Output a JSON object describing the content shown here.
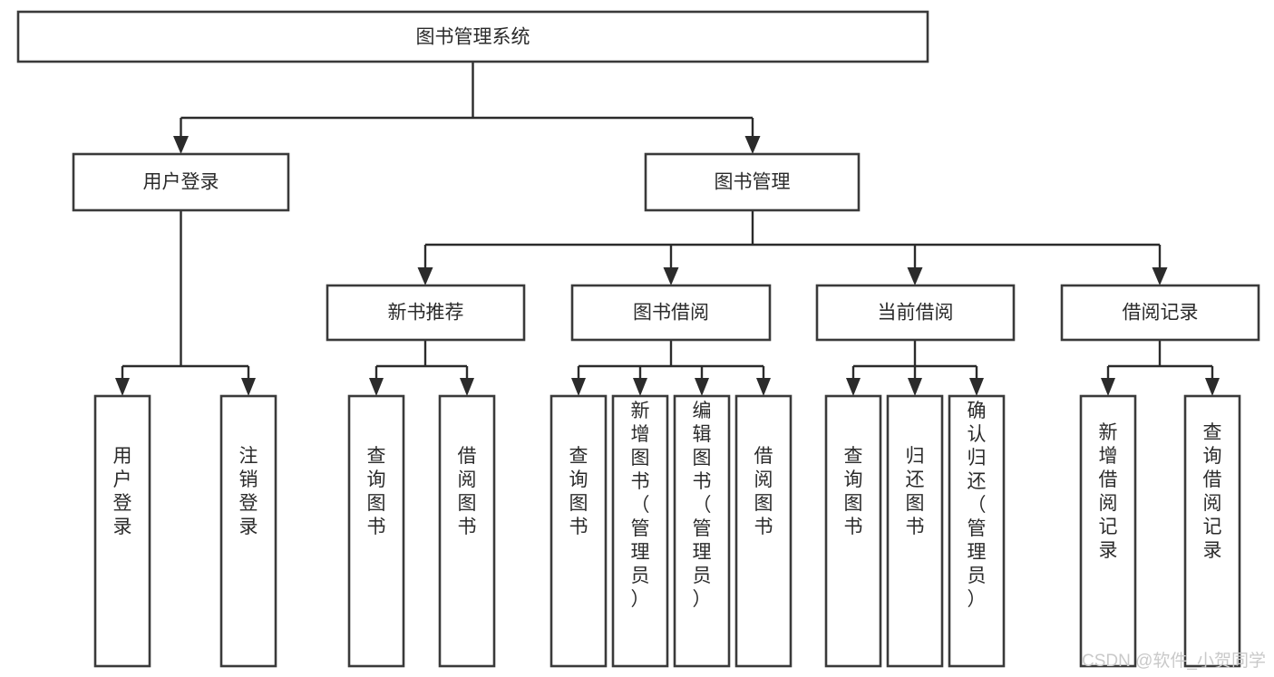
{
  "diagram": {
    "title": "图书管理系统",
    "type": "tree-hierarchy",
    "root": {
      "id": "root",
      "label": "图书管理系统"
    },
    "level2": [
      {
        "id": "user-login",
        "label": "用户登录"
      },
      {
        "id": "book-management",
        "label": "图书管理"
      }
    ],
    "level3": [
      {
        "id": "new-book-recommend",
        "label": "新书推荐",
        "parent": "book-management"
      },
      {
        "id": "book-borrow",
        "label": "图书借阅",
        "parent": "book-management"
      },
      {
        "id": "current-borrow",
        "label": "当前借阅",
        "parent": "book-management"
      },
      {
        "id": "borrow-record",
        "label": "借阅记录",
        "parent": "book-management"
      }
    ],
    "leaves": {
      "user-login": [
        {
          "id": "leaf-user-login",
          "label": "用户登录"
        },
        {
          "id": "leaf-user-logout",
          "label": "注销登录"
        }
      ],
      "new-book-recommend": [
        {
          "id": "leaf-query-book-1",
          "label": "查询图书"
        },
        {
          "id": "leaf-borrow-book-1",
          "label": "借阅图书"
        }
      ],
      "book-borrow": [
        {
          "id": "leaf-query-book-2",
          "label": "查询图书"
        },
        {
          "id": "leaf-add-book",
          "label": "新增图书（管理员）"
        },
        {
          "id": "leaf-edit-book",
          "label": "编辑图书（管理员）"
        },
        {
          "id": "leaf-borrow-book-2",
          "label": "借阅图书"
        }
      ],
      "current-borrow": [
        {
          "id": "leaf-query-book-3",
          "label": "查询图书"
        },
        {
          "id": "leaf-return-book",
          "label": "归还图书"
        },
        {
          "id": "leaf-confirm-return",
          "label": "确认归还（管理员）"
        }
      ],
      "borrow-record": [
        {
          "id": "leaf-add-record",
          "label": "新增借阅记录"
        },
        {
          "id": "leaf-query-record",
          "label": "查询借阅记录"
        }
      ]
    }
  },
  "watermark": {
    "text": "CSDN @软件_小贺同学"
  },
  "colors": {
    "box_stroke": "#3a3a3a",
    "edge": "#2b2b2b",
    "text": "#2b2b2b",
    "background": "#ffffff",
    "watermark": "#c9c9c9"
  }
}
